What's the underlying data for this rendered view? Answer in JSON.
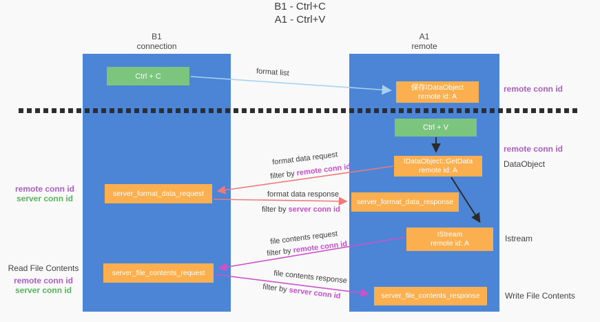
{
  "title": {
    "line1": "B1 - Ctrl+C",
    "line2": "A1 - Ctrl+V"
  },
  "lanes": {
    "left": {
      "title": "B1",
      "subtitle": "connection"
    },
    "right": {
      "title": "A1",
      "subtitle": "remote"
    }
  },
  "nodes": {
    "ctrl_c": {
      "label": "Ctrl + C"
    },
    "save_dataobject": {
      "line1": "保存IDataObject",
      "line2": "remote id: A"
    },
    "ctrl_v": {
      "label": "Ctrl + V"
    },
    "getdata": {
      "line1": "IDataObject::GetData",
      "line2": "remote id: A"
    },
    "format_request": {
      "label": "server_format_data_request"
    },
    "format_response": {
      "label": "server_format_data_response"
    },
    "istream": {
      "line1": "IStream",
      "line2": "remote id: A"
    },
    "file_request": {
      "label": "server_file_contents_request"
    },
    "file_response": {
      "label": "server_file_contents_response"
    }
  },
  "edge_labels": {
    "format_list": "format list",
    "format_data_request": "format data request",
    "format_data_response": "format data response",
    "file_contents_request": "file contents request",
    "file_contents_response": "file contents response",
    "filter_by": "filter by",
    "remote_conn_id": "remote conn id",
    "server_conn_id": "server conn id"
  },
  "side_labels": {
    "left_remote_conn_id": "remote conn id",
    "left_server_conn_id": "server conn id",
    "read_file_contents": "Read File Contents",
    "read_remote_conn_id": "remote conn id",
    "read_server_conn_id": "server conn id",
    "right_remote_conn_id_top": "remote conn id",
    "right_remote_conn_id_mid": "remote conn id",
    "dataobject": "DataObject",
    "istream": "Istream",
    "write_file_contents": "Write File Contents"
  },
  "colors": {
    "lane_blue": "#4d85d6",
    "node_green": "#7cc57e",
    "node_orange": "#fbaf4f",
    "arrow_lightblue": "#a8d2f0",
    "arrow_black": "#2b2b2b",
    "arrow_coral": "#ec7a7a",
    "arrow_magenta": "#cb52cb",
    "label_purple": "#ab5ec4",
    "label_magenta": "#c64fce",
    "label_green": "#58b55c",
    "background": "#f9f9f9"
  }
}
